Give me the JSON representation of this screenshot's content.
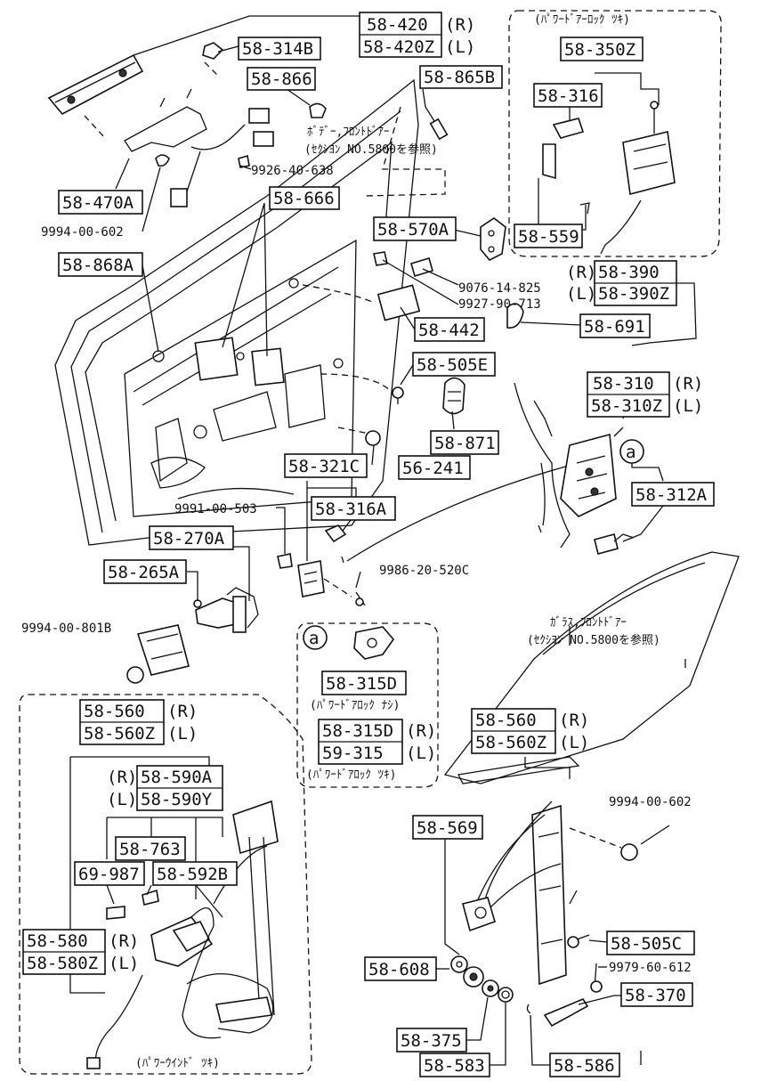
{
  "callouts": {
    "p58_420": "58-420",
    "p58_420z": "58-420Z",
    "r1": "(R)",
    "l1": "(L)",
    "p58_314b": "58-314B",
    "p58_866": "58-866",
    "p58_865b": "58-865B",
    "p58_470a": "58-470A",
    "p9994_602_a": "9994-00-602",
    "p9926": "9926-40-638",
    "p58_666": "58-666",
    "p58_868a": "58-868A",
    "p58_570a": "58-570A",
    "p9076": "9076-14-825",
    "p9927": "9927-90-713",
    "p58_442": "58-442",
    "p58_691": "58-691",
    "p58_390": "58-390",
    "p58_390z": "58-390Z",
    "r2": "(R)",
    "l2": "(L)",
    "p58_505e": "58-505E",
    "p58_871": "58-871",
    "p58_310": "58-310",
    "p58_310z": "58-310Z",
    "r3": "(R)",
    "l3": "(L)",
    "circ_a": "a",
    "p58_321c": "58-321C",
    "p56_241": "56-241",
    "p58_312a": "58-312A",
    "p9991": "9991-00-503",
    "p58_316a": "58-316A",
    "p58_270a": "58-270A",
    "p58_265a": "58-265A",
    "p9986": "9986-20-520C",
    "p9994_801b": "9994-00-801B"
  },
  "power_lock_box": {
    "title": "(ﾊﾟﾜｰﾄﾞｱｰﾛｯｸ ﾂｷ)",
    "p58_350z": "58-350Z",
    "p58_316": "58-316",
    "p58_559": "58-559"
  },
  "body_note": {
    "line1": "ﾎﾞﾃﾞｰ,ﾌﾛﾝﾄﾄﾞｱｰ",
    "line2": "(ｾｸｼﾖﾝ NO.5800を参照)"
  },
  "glass_note": {
    "line1": "ｶﾞﾗｽ,ﾌﾛﾝﾄﾄﾞｱｰ",
    "line2": "(ｾｸｼﾖﾝ NO.5800を参照)"
  },
  "detail_a": {
    "marker": "a",
    "p58_315d": "58-315D",
    "note_without": "(ﾊﾟﾜｰﾄﾞｱﾛｯｸ ﾅｼ)",
    "p58_315d_r": "58-315D",
    "p59_315": "59-315",
    "r": "(R)",
    "l": "(L)",
    "note_with": "(ﾊﾟﾜｰﾄﾞｱﾛｯｸ ﾂｷ)"
  },
  "power_window_box": {
    "title": "(ﾊﾟﾜｰｳｲﾝﾄﾞ ﾂｷ)",
    "p58_560": "58-560",
    "p58_560z": "58-560Z",
    "r1": "(R)",
    "l1": "(L)",
    "p58_590a": "58-590A",
    "p58_590y": "58-590Y",
    "r2": "(R)",
    "l2": "(L)",
    "p58_763": "58-763",
    "p69_987": "69-987",
    "p58_592b": "58-592B",
    "p58_580": "58-580",
    "p58_580z": "58-580Z",
    "r3": "(R)",
    "l3": "(L)"
  },
  "manual_regulator": {
    "p58_560": "58-560",
    "p58_560z": "58-560Z",
    "r": "(R)",
    "l": "(L)",
    "p58_569": "58-569",
    "p9994_602": "9994-00-602",
    "p58_505c": "58-505C",
    "p9979": "9979-60-612",
    "p58_608": "58-608",
    "p58_370": "58-370",
    "p58_375": "58-375",
    "p58_583": "58-583",
    "p58_586": "58-586"
  }
}
